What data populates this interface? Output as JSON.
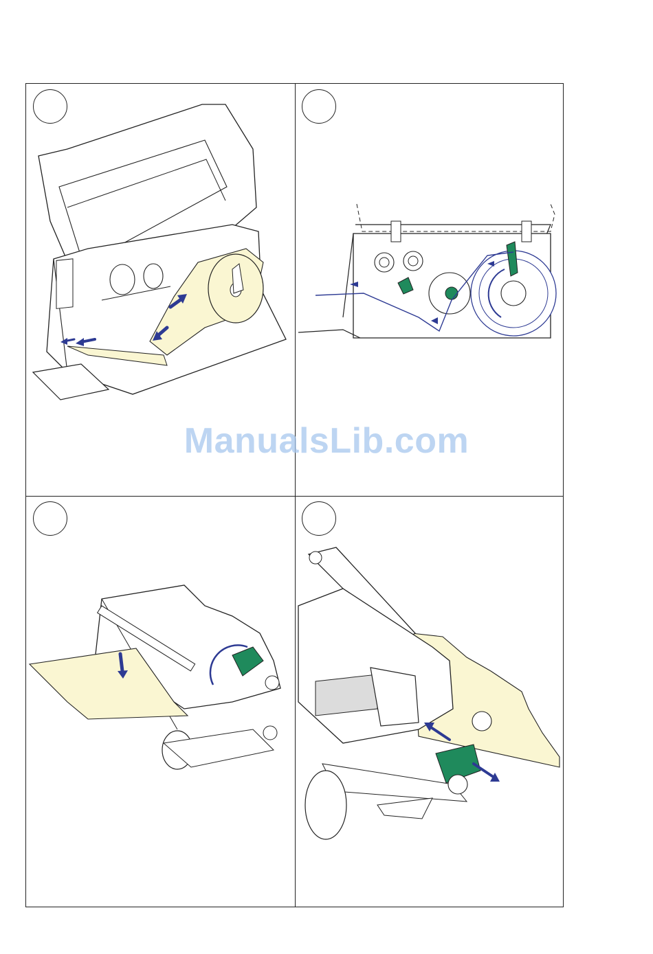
{
  "watermark": {
    "text": "ManualsLib.com"
  },
  "panels": [
    {
      "name": "panel-1"
    },
    {
      "name": "panel-2"
    },
    {
      "name": "panel-3"
    },
    {
      "name": "panel-4"
    }
  ],
  "colors": {
    "media": "#faf6d2",
    "arrow": "#2d3a93",
    "accent_green": "#1f8a5c",
    "line": "#222222",
    "watermark": "#a8c8ee"
  }
}
